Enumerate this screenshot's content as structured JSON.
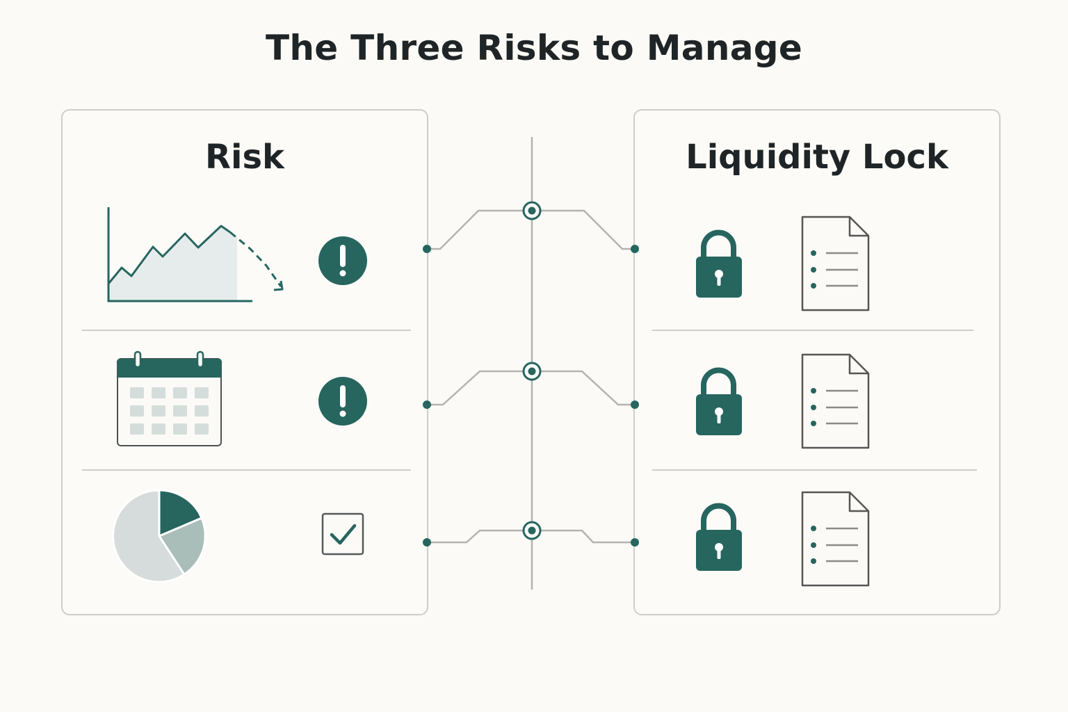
{
  "title": "The Three Risks to Manage",
  "panels": {
    "left": {
      "header": "Risk",
      "rows": [
        {
          "icon": "declining-chart-icon",
          "status_icon": "alert-icon"
        },
        {
          "icon": "calendar-icon",
          "status_icon": "alert-icon"
        },
        {
          "icon": "pie-chart-icon",
          "status_icon": "checkbox-checked-icon"
        }
      ]
    },
    "right": {
      "header": "Liquidity Lock",
      "rows": [
        {
          "icon": "padlock-icon",
          "doc_icon": "document-list-icon"
        },
        {
          "icon": "padlock-icon",
          "doc_icon": "document-list-icon"
        },
        {
          "icon": "padlock-icon",
          "doc_icon": "document-list-icon"
        }
      ]
    }
  },
  "colors": {
    "accent": "#27655f",
    "accent_light": "#e6ecec",
    "pie_mid": "#a9bdb9",
    "pie_light": "#d5dcdb",
    "calendar_cell": "#d4dddb",
    "connector": "#b3b3af",
    "border": "#cdcdc9",
    "doc_line": "#555555"
  }
}
